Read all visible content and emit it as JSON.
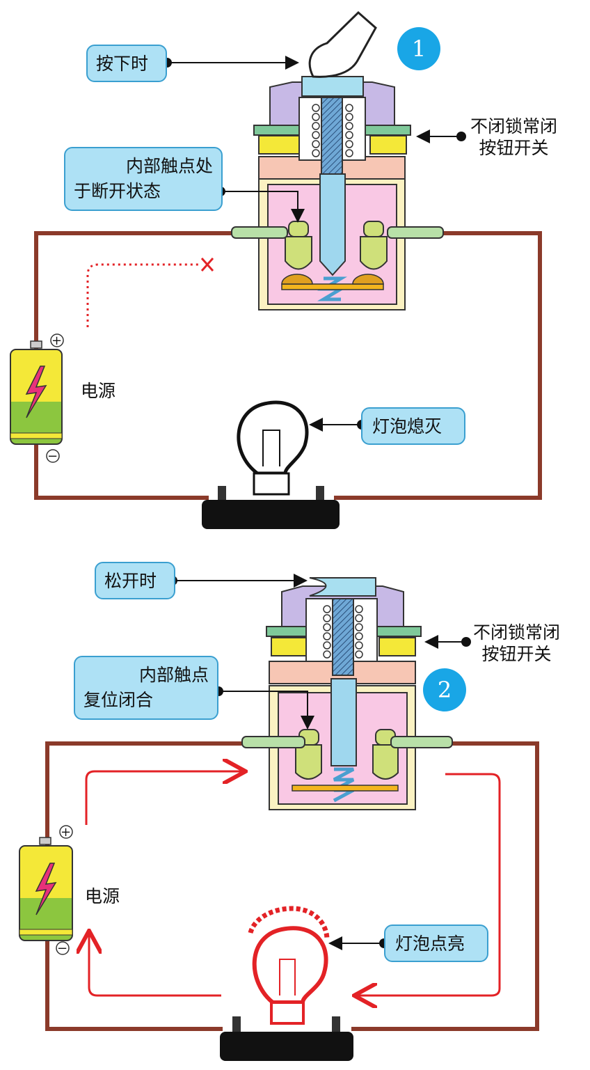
{
  "panel1": {
    "step": "1",
    "press_label": "按下时",
    "switch_label_line1": "不闭锁常闭",
    "switch_label_line2": "按钮开关",
    "contact_label_line1": "内部触点处",
    "contact_label_line2": "于断开状态",
    "power_label": "电源",
    "bulb_label": "灯泡熄灭",
    "plus": "+",
    "minus": "−"
  },
  "panel2": {
    "step": "2",
    "release_label": "松开时",
    "switch_label_line1": "不闭锁常闭",
    "switch_label_line2": "按钮开关",
    "contact_label_line1": "内部触点",
    "contact_label_line2": "复位闭合",
    "power_label": "电源",
    "bulb_label": "灯泡点亮",
    "plus": "+",
    "minus": "−"
  },
  "colors": {
    "wire": "#8b3a2a",
    "current": "#e32226",
    "callout_fill": "#aee1f5",
    "badge": "#19a6e6",
    "housing": "#f9c8e4",
    "cap": "#c7b9e6",
    "contact": "#cfe07a"
  }
}
